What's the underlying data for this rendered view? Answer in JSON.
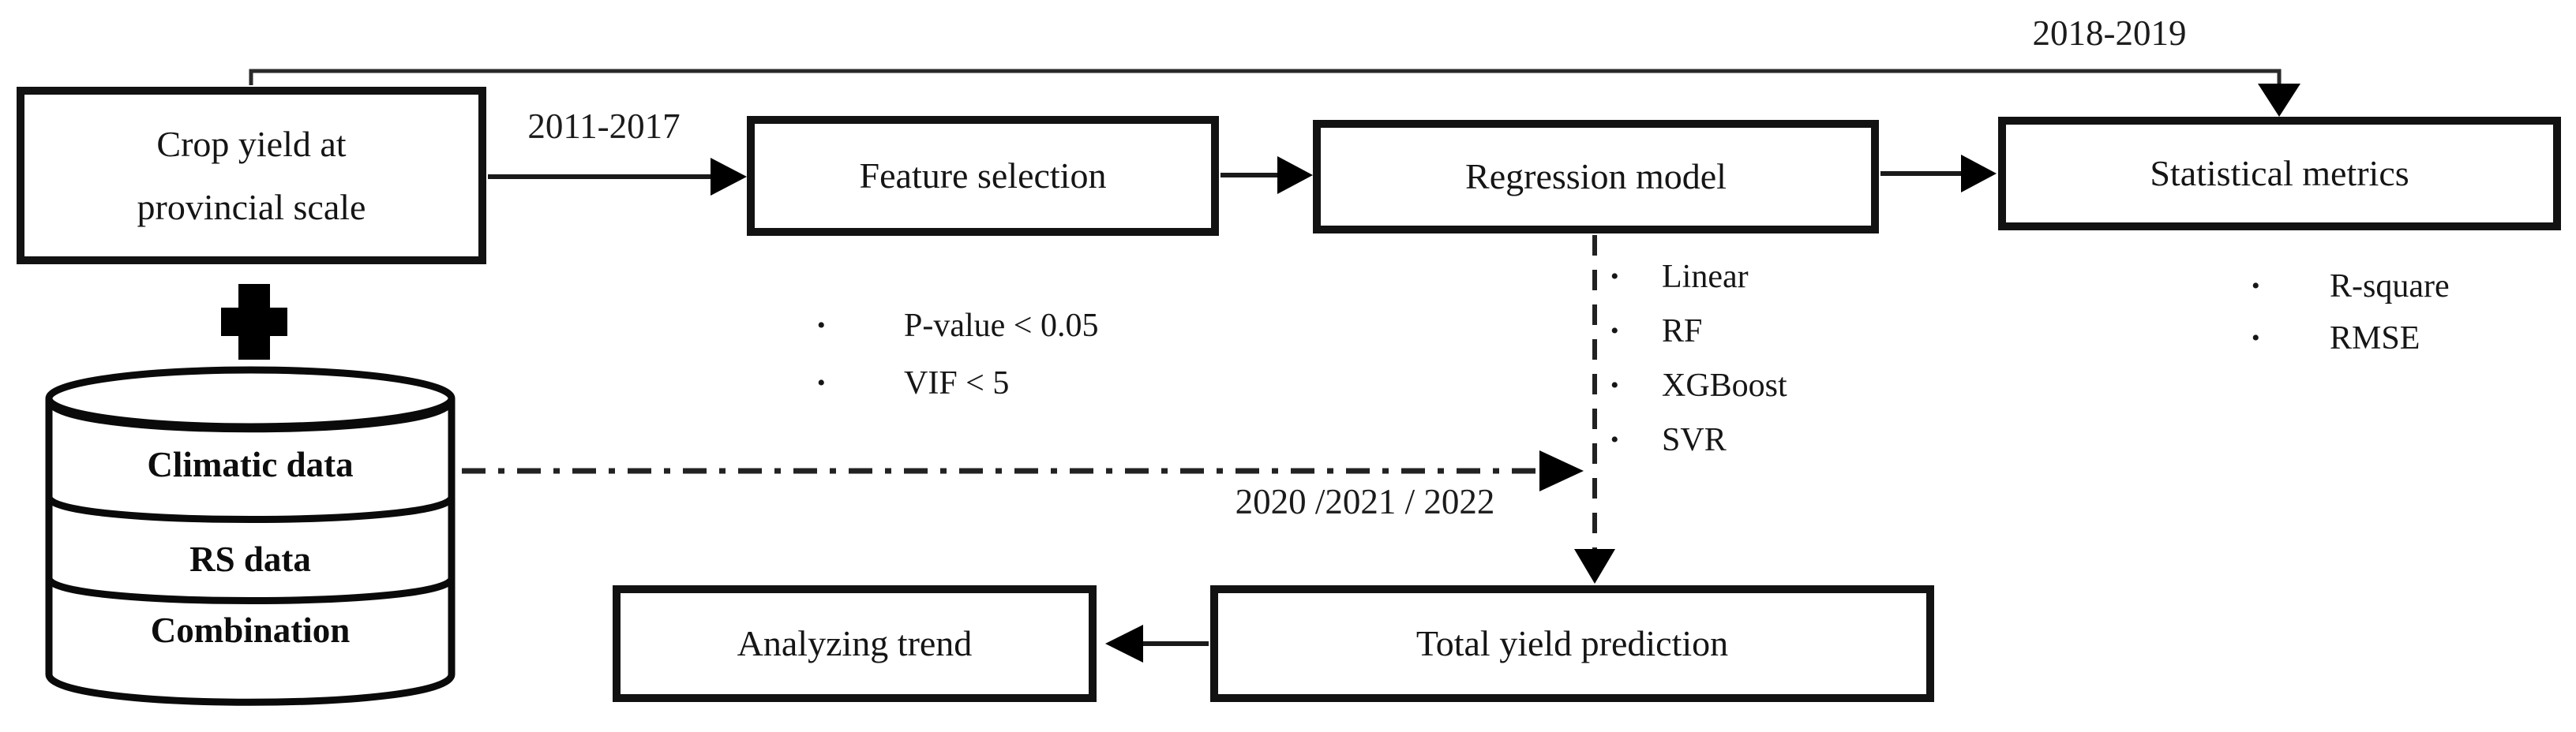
{
  "diagram": {
    "title_hint": "Crop yield prediction workflow flowchart",
    "boxes": {
      "crop_yield": {
        "line1": "Crop yield at",
        "line2": "provincial scale"
      },
      "feature_selection": {
        "label": "Feature selection"
      },
      "regression_model": {
        "label": "Regression model"
      },
      "statistical_metrics": {
        "label": "Statistical metrics"
      },
      "analyzing_trend": {
        "label": "Analyzing trend"
      },
      "total_yield_prediction": {
        "label": "Total yield prediction"
      }
    },
    "edge_labels": {
      "training_period": "2011-2017",
      "validation_period": "2018-2019",
      "prediction_period": "2020 /2021 / 2022"
    },
    "bullet_char": "•",
    "feature_selection_criteria": [
      "P-value < 0.05",
      "VIF < 5"
    ],
    "regression_models": [
      "Linear",
      "RF",
      "XGBoost",
      "SVR"
    ],
    "statistical_metric_items": [
      "R-square",
      "RMSE"
    ],
    "database": {
      "layers": [
        "Climatic data",
        "RS data",
        "Combination"
      ]
    },
    "colors": {
      "line": "#2a2a2a",
      "solid_black": "#000000",
      "box_border": "#121212",
      "background": "#ffffff"
    }
  }
}
